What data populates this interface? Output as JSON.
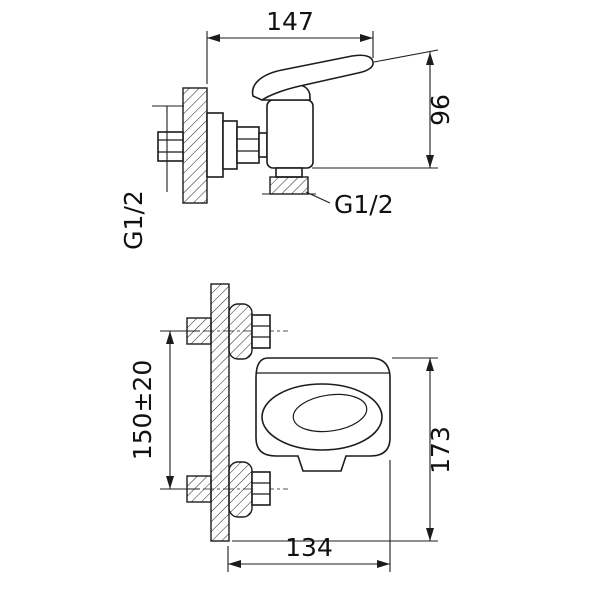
{
  "colors": {
    "background": "#ffffff",
    "line": "#1c1c1c"
  },
  "top_view": {
    "dim_width": "147",
    "dim_height": "96",
    "thread_wall_label": "G1/2",
    "thread_outlet_label": "G1/2"
  },
  "front_view": {
    "dim_center_distance": "150±20",
    "dim_height": "173",
    "dim_width": "134"
  }
}
